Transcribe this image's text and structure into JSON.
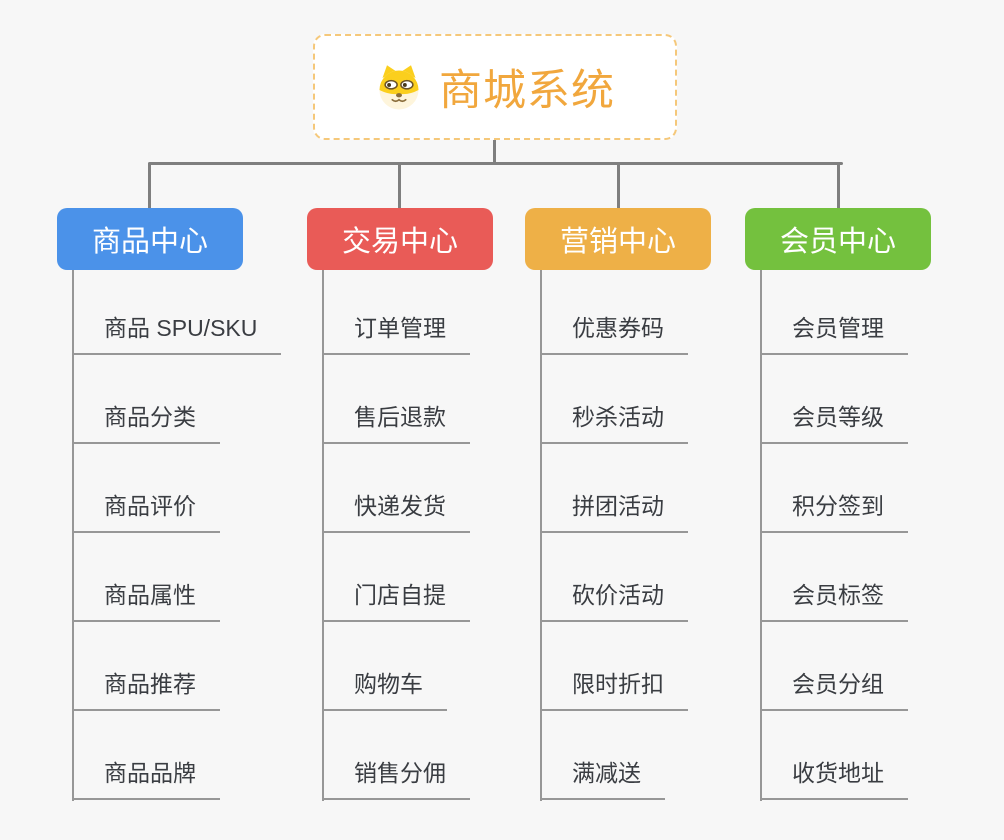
{
  "root": {
    "title": "商城系统",
    "title_color": "#f1a73d",
    "border_color": "#f5c87a",
    "icon": "dog-face-icon"
  },
  "branches": [
    {
      "label": "商品中心",
      "color": "#4b92e9",
      "items": [
        "商品 SPU/SKU",
        "商品分类",
        "商品评价",
        "商品属性",
        "商品推荐",
        "商品品牌"
      ]
    },
    {
      "label": "交易中心",
      "color": "#e95b57",
      "items": [
        "订单管理",
        "售后退款",
        "快递发货",
        "门店自提",
        "购物车",
        "销售分佣"
      ]
    },
    {
      "label": "营销中心",
      "color": "#eeb047",
      "items": [
        "优惠券码",
        "秒杀活动",
        "拼团活动",
        "砍价活动",
        "限时折扣",
        "满减送"
      ]
    },
    {
      "label": "会员中心",
      "color": "#74c13e",
      "items": [
        "会员管理",
        "会员等级",
        "积分签到",
        "会员标签",
        "会员分组",
        "收货地址"
      ]
    }
  ],
  "theme": {
    "background": "#f7f7f7",
    "connector_color": "#7f7f7f",
    "child_line_color": "#979797",
    "child_text_color": "#3a3d42"
  }
}
